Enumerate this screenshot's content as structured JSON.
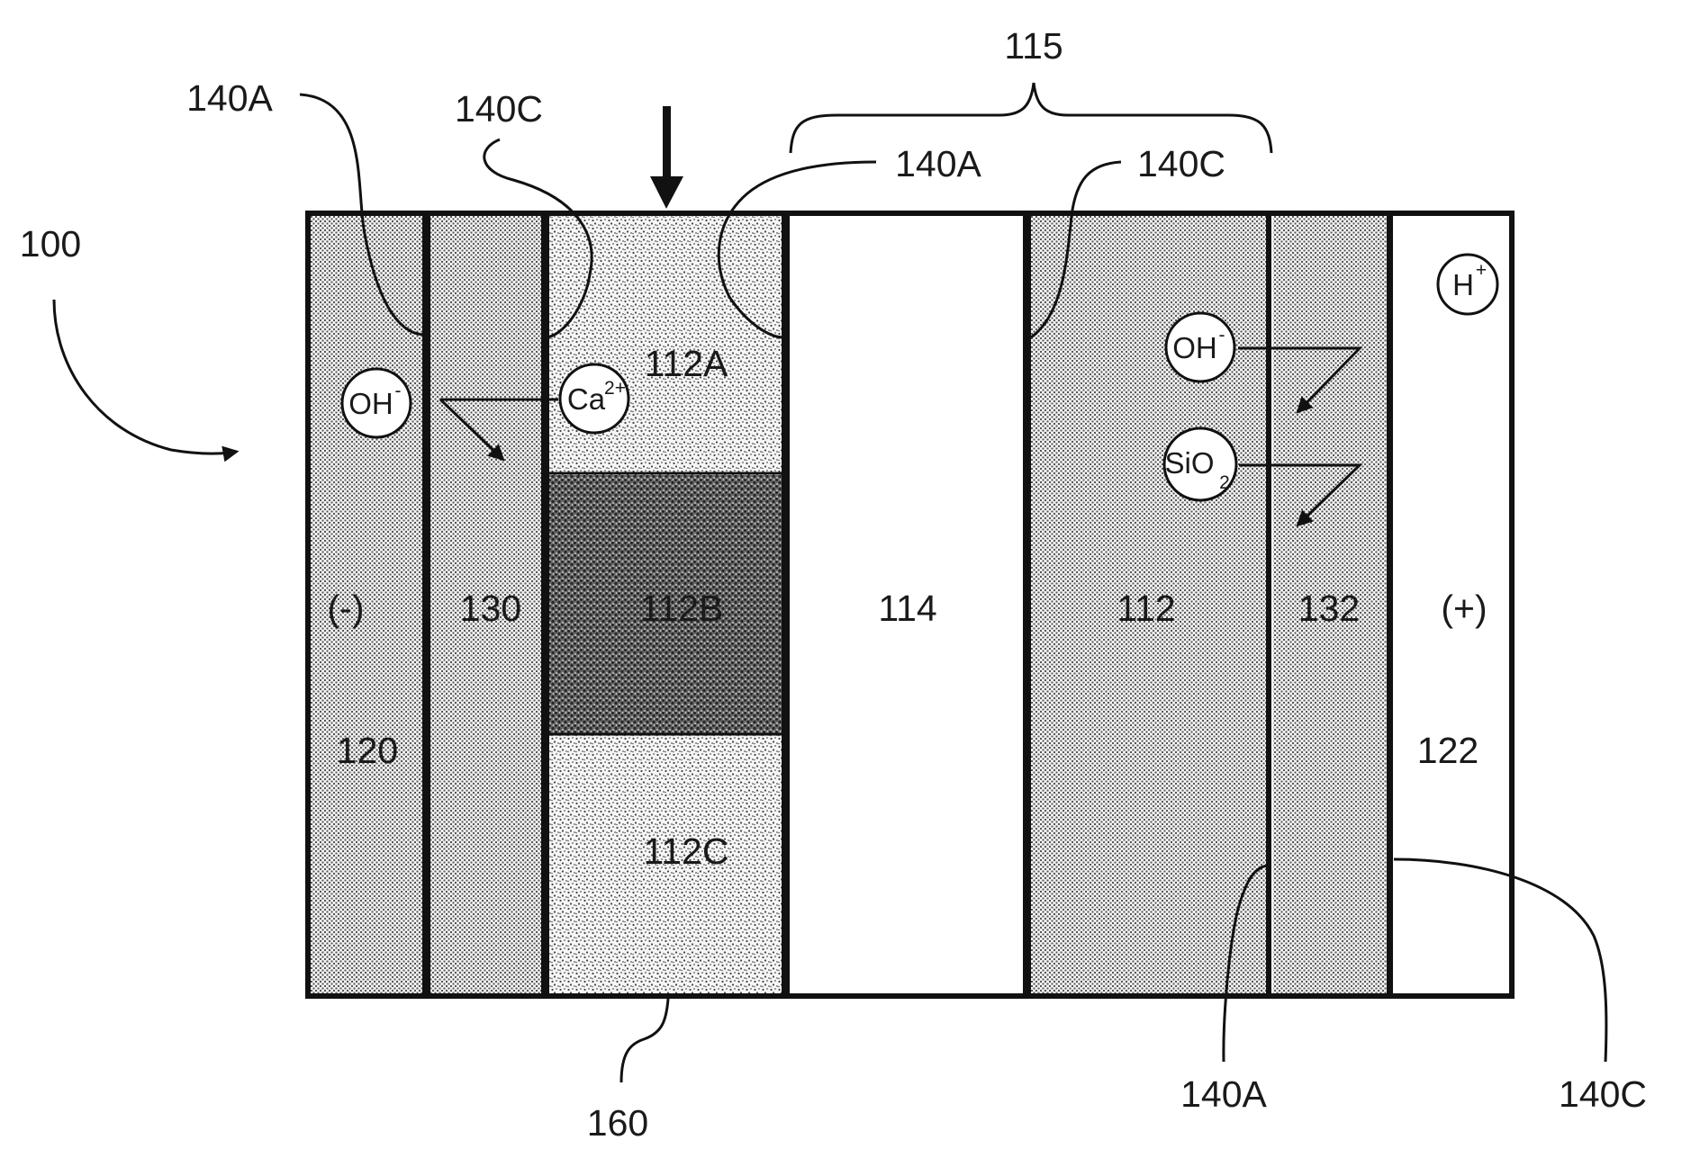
{
  "figure_number": "100",
  "bracket_label": "115",
  "layers": {
    "negative_electrode": {
      "sign": "(-)",
      "number": "120"
    },
    "membrane_left": {
      "number": "130"
    },
    "zone_a": {
      "number": "112A"
    },
    "zone_b": {
      "number": "112B"
    },
    "zone_c": {
      "number": "112C"
    },
    "separator": {
      "number": "114"
    },
    "electrolyte_right": {
      "number": "112"
    },
    "membrane_right": {
      "number": "132"
    },
    "positive_electrode": {
      "sign": "(+)",
      "number": "122"
    }
  },
  "callouts": {
    "left_140a": "140A",
    "left_140c": "140C",
    "mid_140a": "140A",
    "mid_140c": "140C",
    "bottom_140a": "140A",
    "bottom_140c": "140C",
    "bottom_160": "160"
  },
  "ions": {
    "oh_left": {
      "base": "OH",
      "sup": "-"
    },
    "ca": {
      "base": "Ca",
      "sup": "2+"
    },
    "oh_right": {
      "base": "OH",
      "sup": "-"
    },
    "sio2": {
      "base": "SiO",
      "sub": "2"
    },
    "h": {
      "base": "H",
      "sup": "+"
    }
  },
  "colors": {
    "line": "#111111",
    "fill_light": "#d8d8d8",
    "fill_dense": "#5a5a5a"
  }
}
